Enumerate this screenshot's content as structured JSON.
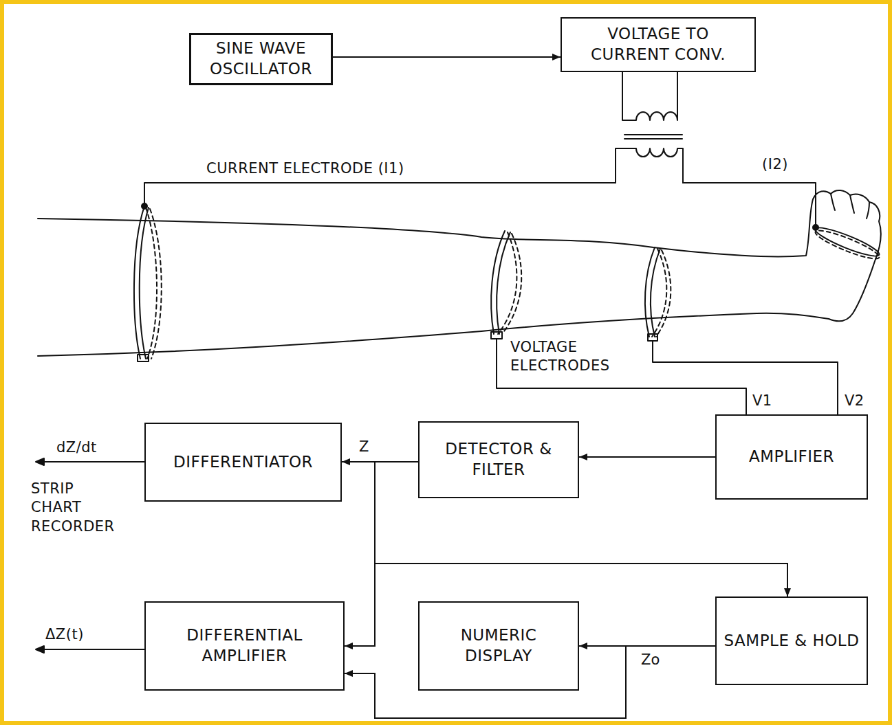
{
  "diagram": {
    "nodes": [
      {
        "text": [
          "SINE WAVE OSCILLATOR"
        ]
      },
      {
        "text": [
          "VOLTAGE TO CURRENT CONV."
        ]
      },
      {
        "text": [
          "DIFFERENTIATOR"
        ]
      },
      {
        "text": [
          "DETECTOR & FILTER"
        ]
      },
      {
        "text": [
          "AMPLIFIER"
        ]
      },
      {
        "text": [
          "DIFFERENTIAL AMPLIFIER"
        ]
      },
      {
        "text": [
          "NUMERIC DISPLAY"
        ]
      },
      {
        "text": [
          "SAMPLE & HOLD"
        ]
      }
    ],
    "edges": [
      {
        "from": 0,
        "to": 1,
        "arrow": "to"
      },
      {
        "from": 4,
        "to": 3,
        "arrow": "to"
      },
      {
        "from": 3,
        "to": 2,
        "label": "Z",
        "arrow": "to"
      },
      {
        "from": 3,
        "to": 5,
        "arrow": "to"
      },
      {
        "from": 3,
        "to": 7,
        "arrow": "to"
      },
      {
        "from": 7,
        "to": 6,
        "label": "Zo",
        "arrow": "to"
      },
      {
        "from": 7,
        "to": 5,
        "arrow": "to"
      }
    ],
    "labels": [
      "CURRENT ELECTRODE (I1)",
      "(I2)",
      "VOLTAGE ELECTRODES",
      "V1",
      "V2",
      "dZ/dt",
      "STRIP CHART RECORDER",
      "ΔZ(t)"
    ]
  }
}
